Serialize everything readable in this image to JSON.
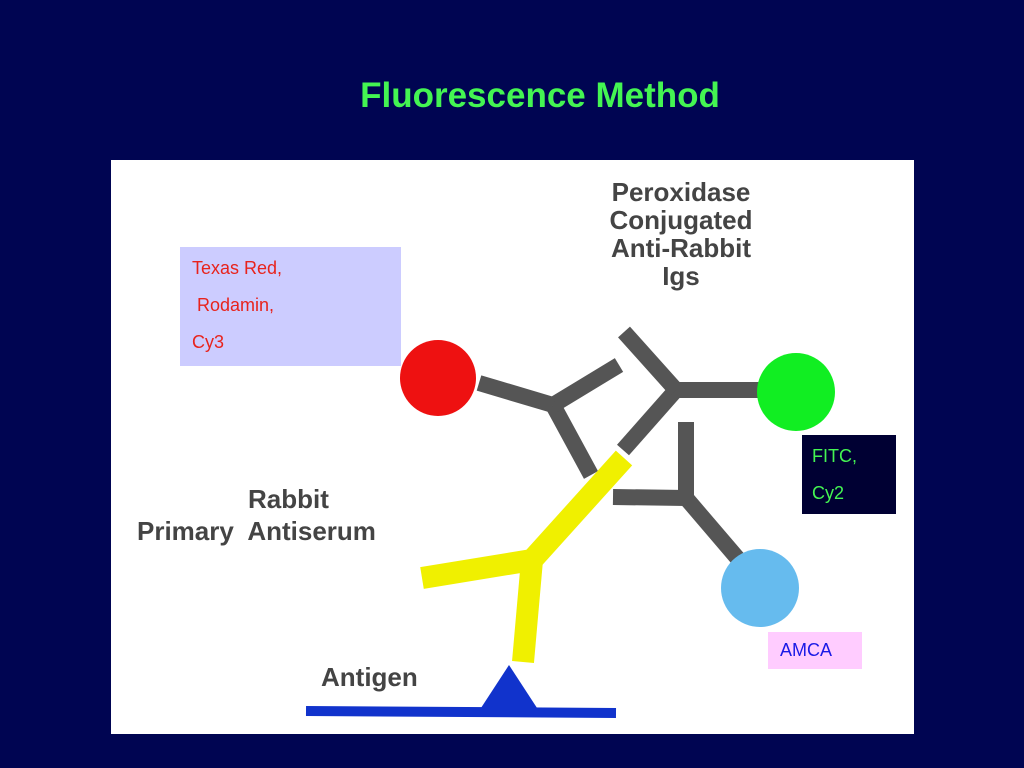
{
  "title": "Fluorescence Method",
  "labels": {
    "secondary_line1": "Peroxidase",
    "secondary_line2": "Conjugated",
    "secondary_line3": "Anti-Rabbit",
    "secondary_line4": "Igs",
    "primary_line1": "Rabbit",
    "primary_line2": "Primary  Antiserum",
    "antigen": "Antigen"
  },
  "dye_boxes": {
    "red": [
      "Texas Red,",
      " Rodamin,",
      "Cy3"
    ],
    "green": [
      "FITC,",
      "Cy2"
    ],
    "blue": [
      "AMCA"
    ]
  },
  "colors": {
    "background": "#000552",
    "title": "#44f552",
    "texas_red": "#ee1111",
    "fitc": "#11ee22",
    "amca": "#66bbee",
    "primary_antibody": "#f0f000",
    "secondary_antibody": "#555555",
    "antigen": "#1133cc"
  }
}
